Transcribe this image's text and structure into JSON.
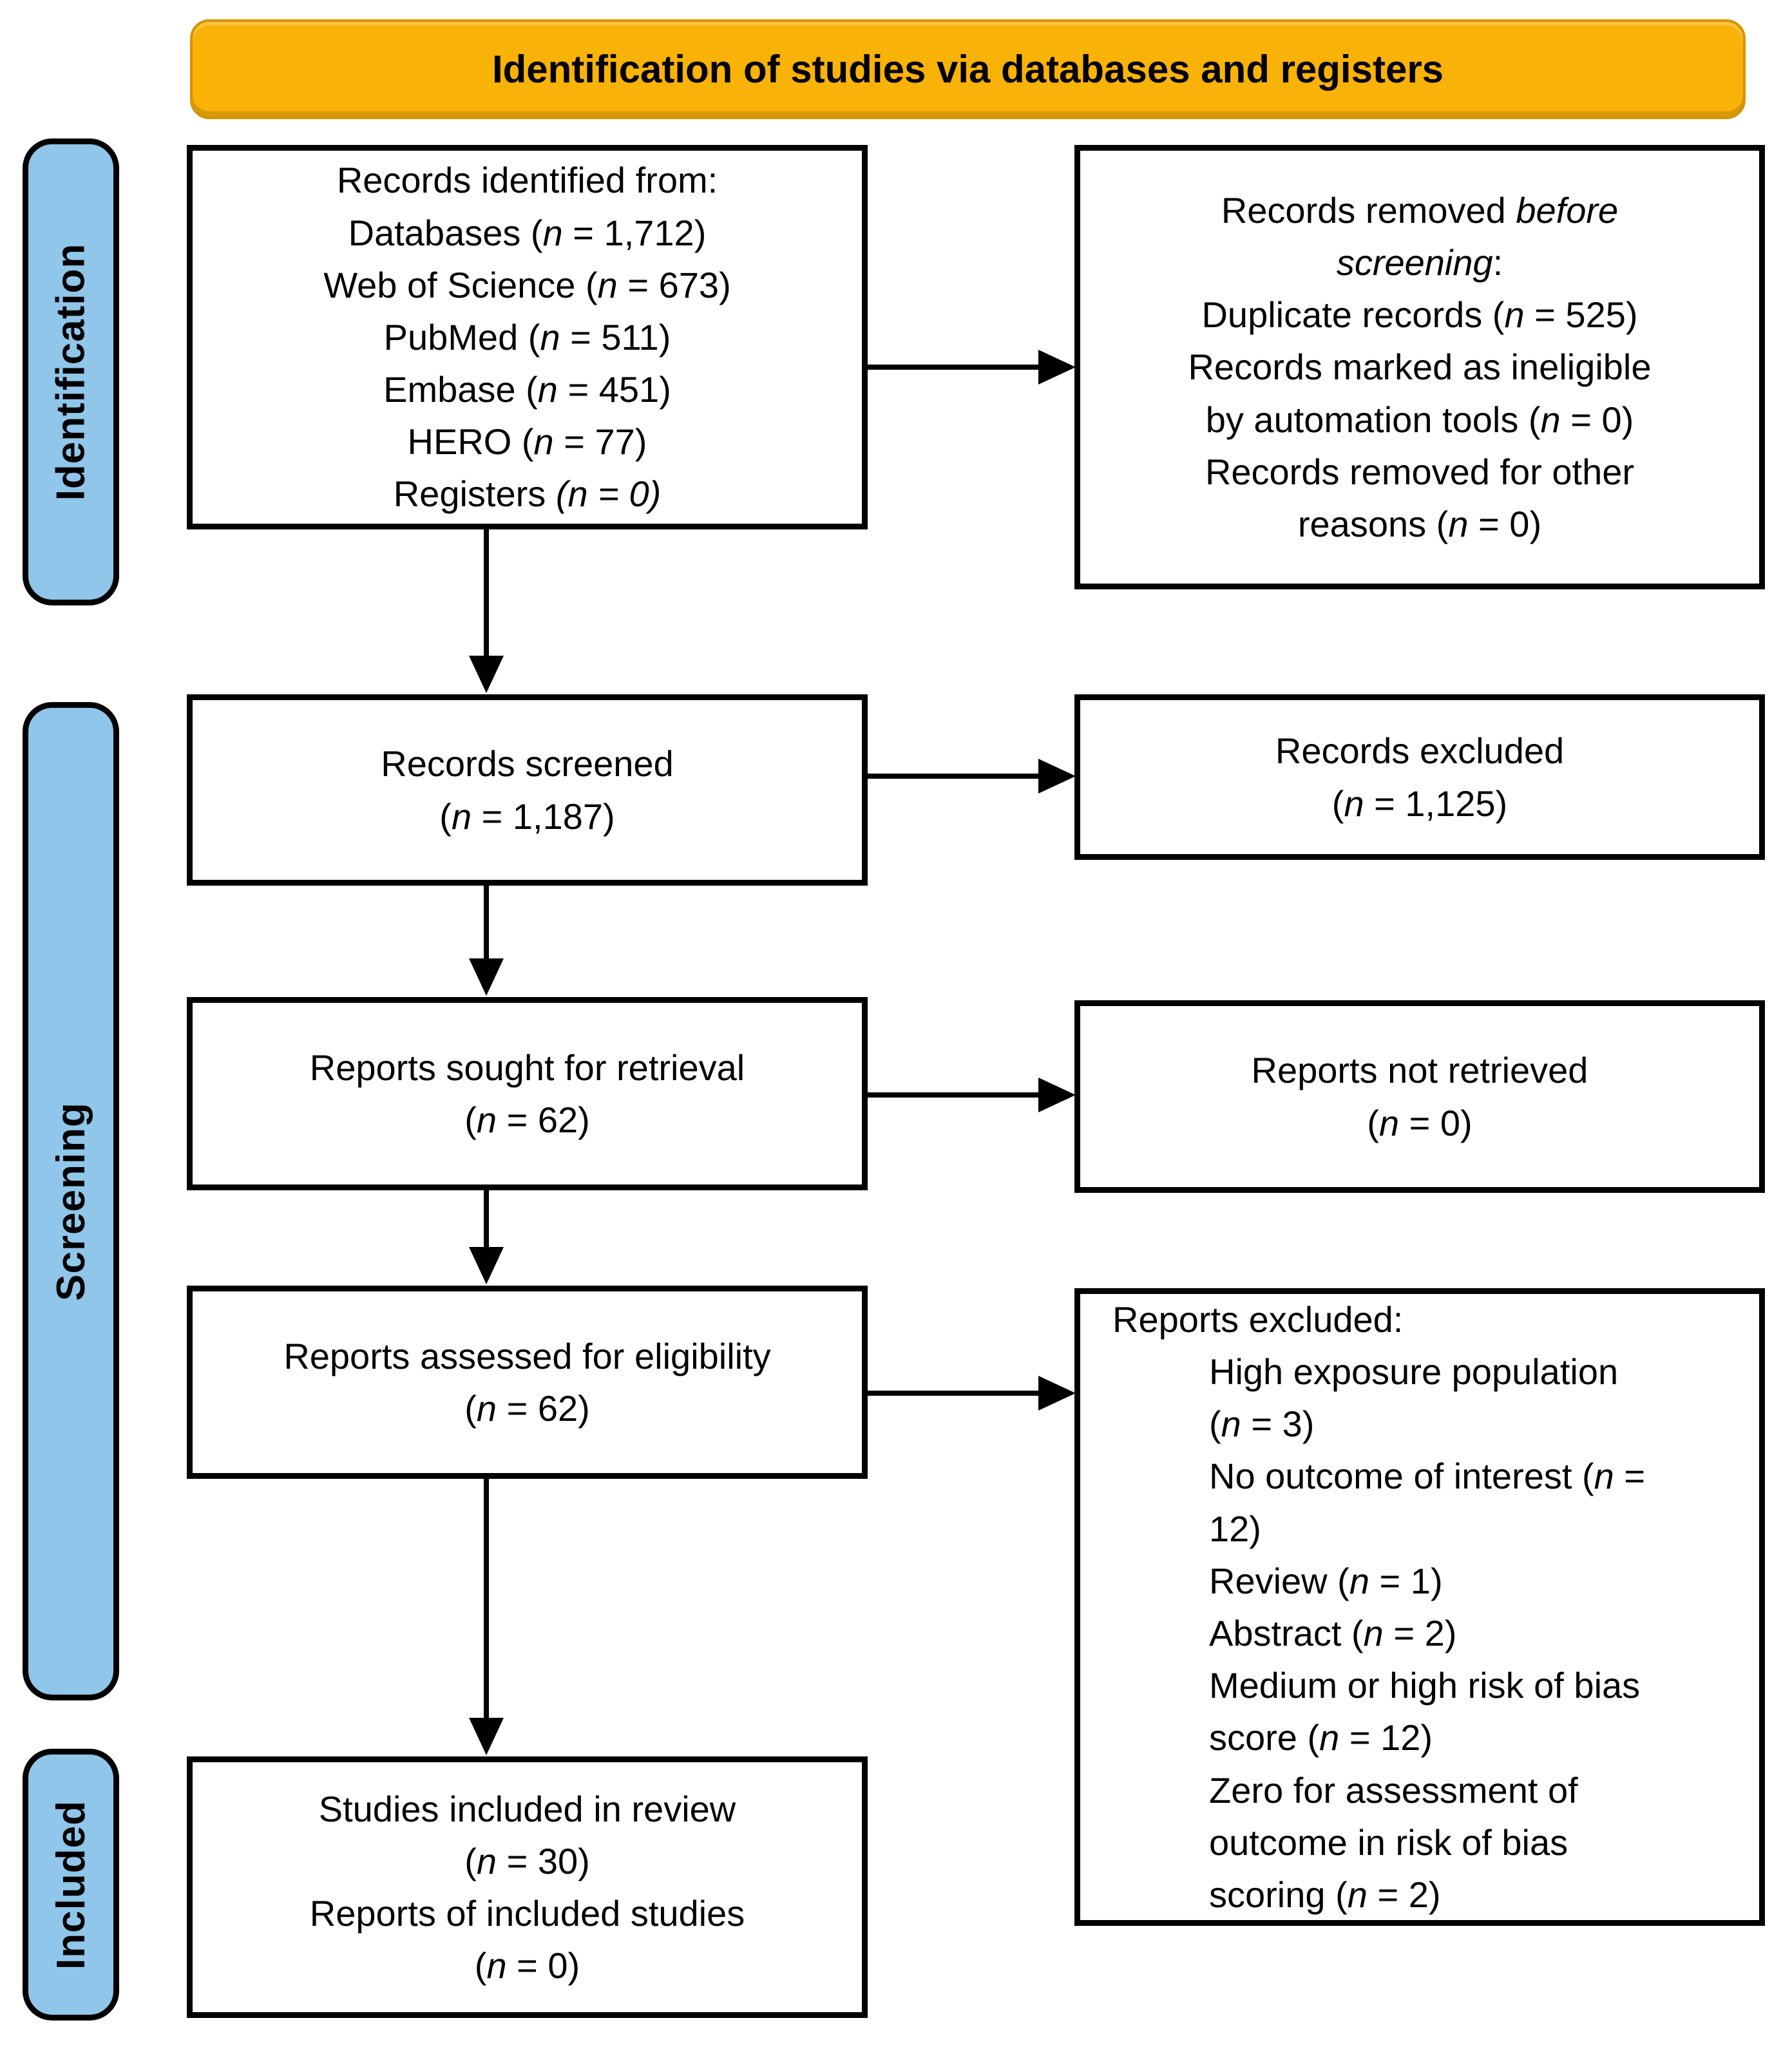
{
  "header": {
    "title": "Identification of studies via databases and registers"
  },
  "colors": {
    "header_bg": "#F9B208",
    "header_border": "#D69200",
    "sidebar_bg": "#8FC6E9",
    "box_border": "#000000"
  },
  "sidebars": [
    {
      "label": "Identification"
    },
    {
      "label": "Screening"
    },
    {
      "label": "Included"
    }
  ],
  "stages": {
    "records_identified": {
      "lines": [
        "Records identified from:",
        "Databases (n = 1,712)",
        "Web of Science (n = 673)",
        "PubMed (n = 511)",
        "Embase (n = 451)",
        "HERO (n = 77)",
        "Registers {i}(n = 0){/i}"
      ]
    },
    "records_removed": {
      "lines": [
        "Records removed {i}before{/i}",
        "{i}screening{/i}:",
        "Duplicate records (n = 525)",
        "Records marked as ineligible",
        "by automation tools (n = 0)",
        "Records removed for other",
        "reasons (n = 0)"
      ]
    },
    "records_screened": {
      "lines": [
        "Records screened",
        "(n = 1,187)"
      ]
    },
    "records_excluded": {
      "lines": [
        "Records excluded",
        "(n = 1,125)"
      ]
    },
    "reports_sought": {
      "lines": [
        "Reports sought for retrieval",
        "(n = 62)"
      ]
    },
    "reports_not_retrieved": {
      "lines": [
        "Reports not retrieved",
        "(n = 0)"
      ]
    },
    "reports_assessed": {
      "lines": [
        "Reports assessed for eligibility",
        "(n = 62)"
      ]
    },
    "reports_excluded": {
      "lines": [
        "Reports excluded:",
        {
          "t": "High exposure population",
          "ind": true
        },
        {
          "t": "(n = 3)",
          "ind": true
        },
        {
          "t": "No outcome of interest (n =",
          "ind": true
        },
        {
          "t": "12)",
          "ind": true
        },
        {
          "t": "Review (n = 1)",
          "ind": true
        },
        {
          "t": "Abstract (n = 2)",
          "ind": true
        },
        {
          "t": "Medium or high risk of bias",
          "ind": true
        },
        {
          "t": "score (n = 12)",
          "ind": true
        },
        {
          "t": "Zero for assessment of",
          "ind": true
        },
        {
          "t": "outcome in risk of bias",
          "ind": true
        },
        {
          "t": "scoring (n = 2)",
          "ind": true
        }
      ]
    },
    "studies_included": {
      "lines": [
        "Studies included in review",
        "(n = 30)",
        "Reports of included studies",
        "(n = 0)"
      ]
    }
  }
}
